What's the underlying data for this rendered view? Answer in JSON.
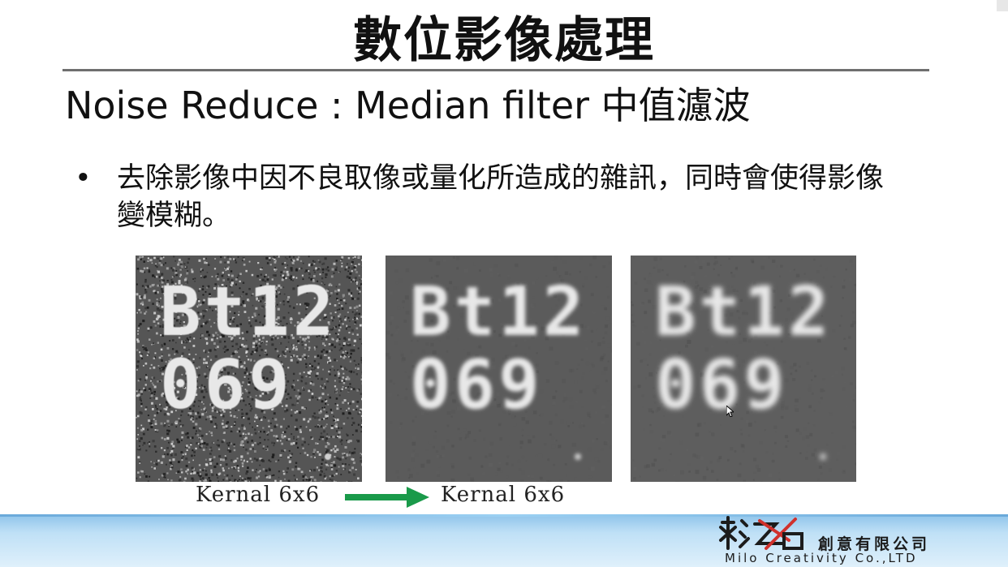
{
  "slide": {
    "title": "數位影像處理",
    "subtitle": "Noise Reduce : Median filter 中值濾波",
    "bullet_marker": "•",
    "bullet_text": "去除影像中因不良取像或量化所造成的雜訊，同時會使得影像變模糊。"
  },
  "figure": {
    "images": [
      {
        "line1": "Bt12",
        "line2": "069",
        "name": "noisy-image"
      },
      {
        "line1": "Bt12",
        "line2": "069",
        "name": "filtered-image-1"
      },
      {
        "line1": "Bt12",
        "line2": "069",
        "name": "filtered-image-2"
      }
    ],
    "captions": [
      "Kernal 6x6",
      "Kernal 6x6"
    ],
    "arrow_color": "#1a9a4a"
  },
  "footer": {
    "company_cn": "創意有限公司",
    "company_en": "Milo Creativity Co.,LTD"
  },
  "colors": {
    "footer_band": "#bfe0f6",
    "logo_red": "#d0312d",
    "logo_dark": "#1c1c1c"
  }
}
